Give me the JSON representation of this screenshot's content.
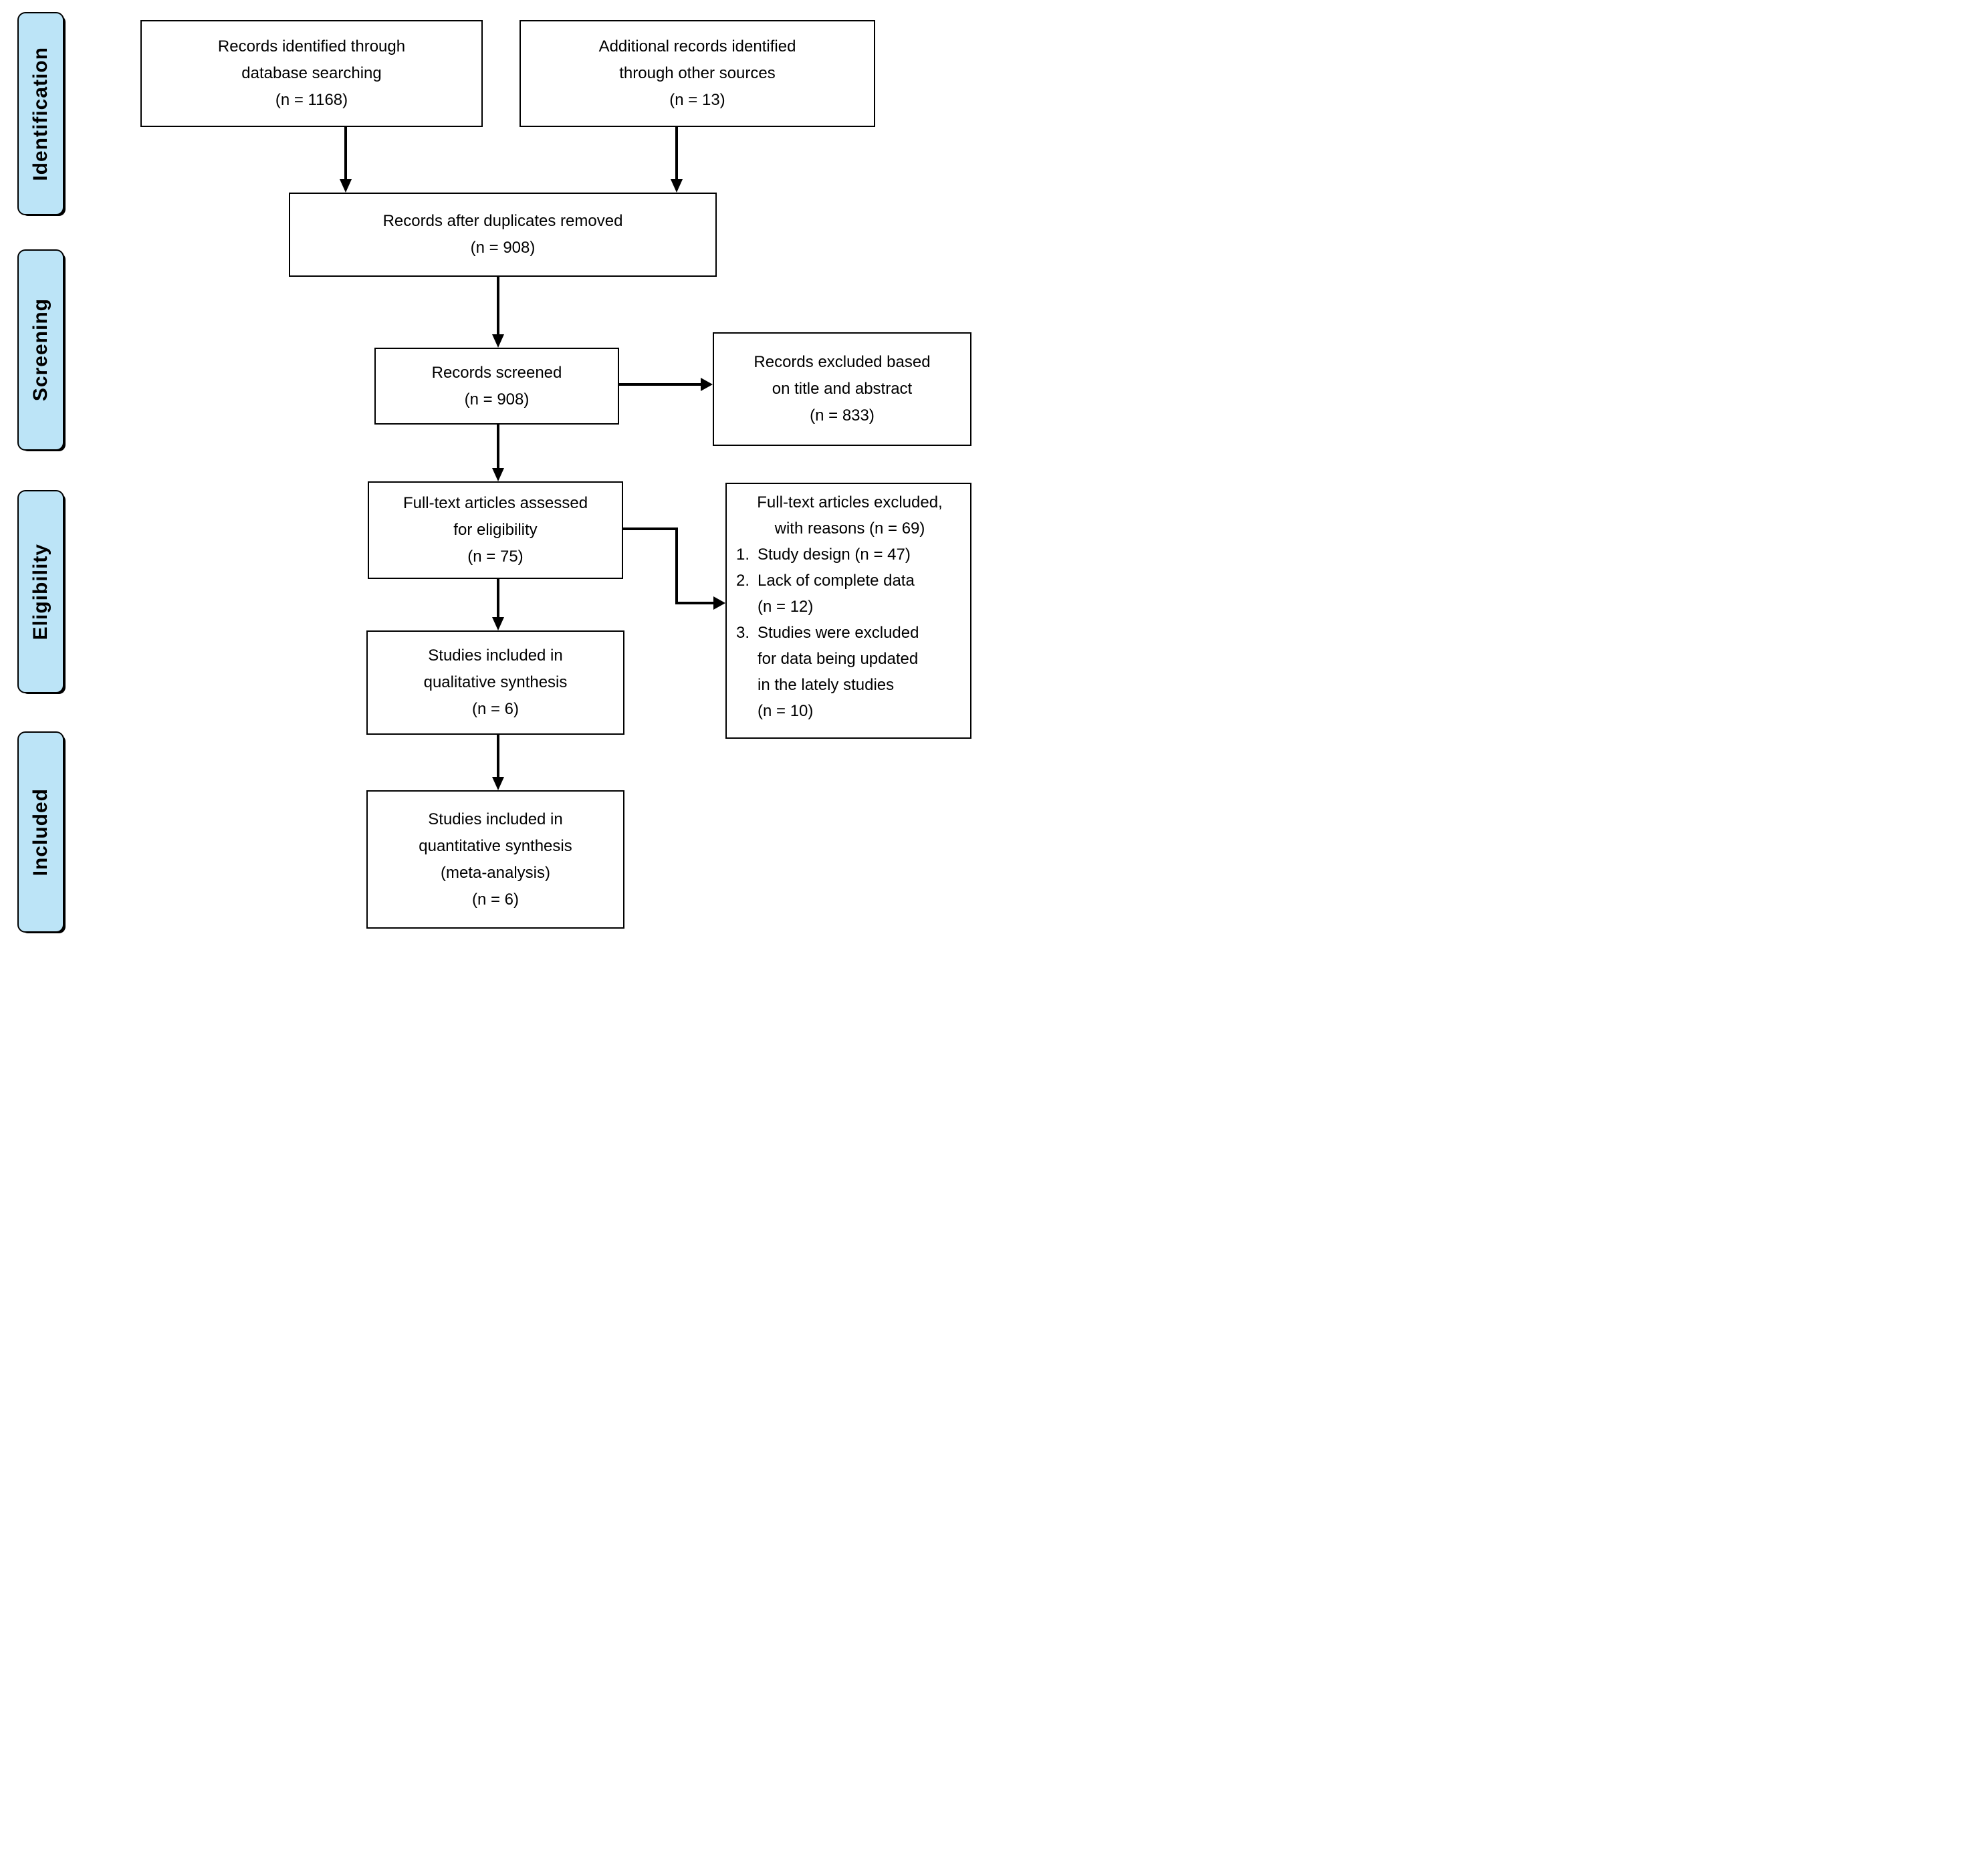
{
  "diagram": {
    "type": "prisma-flow-diagram",
    "accent_color": "#BCE4F7",
    "line_color": "#000000",
    "stages": [
      {
        "label": "Identification"
      },
      {
        "label": "Screening"
      },
      {
        "label": "Eligibility"
      },
      {
        "label": "Included"
      }
    ],
    "boxes": {
      "records_identified": {
        "lines": [
          "Records identified through",
          "database searching",
          "(n = 1168)"
        ]
      },
      "additional_records": {
        "lines": [
          "Additional records identified",
          "through other sources",
          "(n = 13)"
        ]
      },
      "after_duplicates": {
        "lines": [
          "Records after duplicates removed",
          "(n = 908)"
        ]
      },
      "records_screened": {
        "lines": [
          "Records screened",
          "(n = 908)"
        ]
      },
      "records_excluded": {
        "lines": [
          "Records excluded based",
          "on title and abstract",
          "(n = 833)"
        ]
      },
      "fulltext_assessed": {
        "lines": [
          "Full-text articles assessed",
          "for eligibility",
          "(n = 75)"
        ]
      },
      "fulltext_excluded": {
        "title_lines": [
          "Full-text articles excluded,",
          "with reasons (n = 69)"
        ],
        "items": [
          {
            "num": "1.",
            "lines": [
              "Study design (n = 47)"
            ]
          },
          {
            "num": "2.",
            "lines": [
              "Lack of complete data",
              "(n = 12)"
            ]
          },
          {
            "num": "3.",
            "lines": [
              "Studies were excluded",
              "for data being updated",
              "in the lately studies",
              "(n = 10)"
            ]
          }
        ]
      },
      "qualitative_synthesis": {
        "lines": [
          "Studies included in",
          "qualitative synthesis",
          "(n = 6)"
        ]
      },
      "quantitative_synthesis": {
        "lines": [
          "Studies included in",
          "quantitative synthesis",
          "(meta-analysis)",
          "(n = 6)"
        ]
      }
    }
  }
}
